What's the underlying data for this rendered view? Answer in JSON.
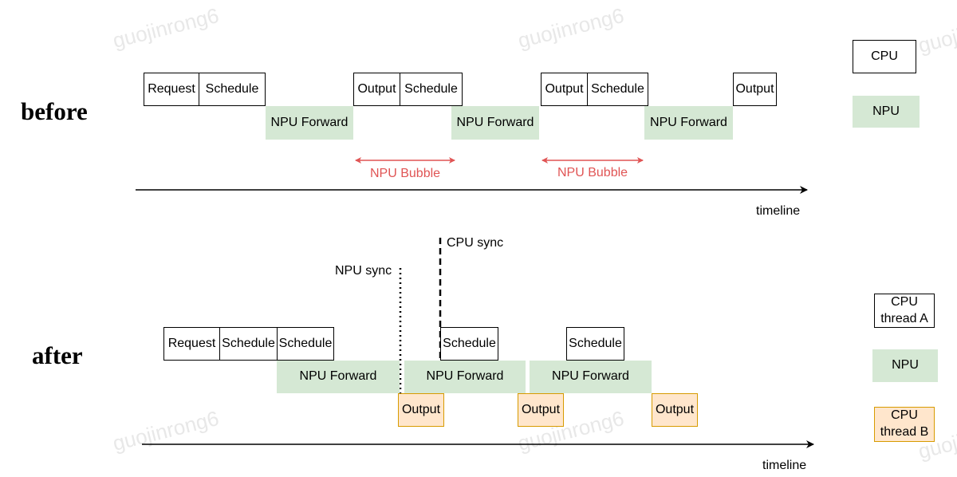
{
  "watermark": "guojinrong6",
  "before": {
    "title": "before",
    "cpu_boxes": [
      "Request",
      "Schedule",
      "Output",
      "Schedule",
      "Output",
      "Schedule",
      "Output"
    ],
    "npu_boxes": [
      "NPU Forward",
      "NPU Forward",
      "NPU Forward"
    ],
    "bubbles": [
      "NPU Bubble",
      "NPU Bubble"
    ],
    "timeline": "timeline",
    "legend": {
      "cpu": "CPU",
      "npu": "NPU"
    }
  },
  "after": {
    "title": "after",
    "cpu_a_boxes": [
      "Request",
      "Schedule",
      "Schedule",
      "Schedule",
      "Schedule"
    ],
    "npu_boxes": [
      "NPU Forward",
      "NPU Forward",
      "NPU Forward"
    ],
    "cpu_b_boxes": [
      "Output",
      "Output",
      "Output"
    ],
    "npu_sync": "NPU sync",
    "cpu_sync": "CPU sync",
    "timeline": "timeline",
    "legend": {
      "cpu_a": "CPU thread A",
      "npu": "NPU",
      "cpu_b": "CPU thread B"
    }
  },
  "colors": {
    "npu_fill": "#d5e8d4",
    "cpu_b_fill": "#ffe6cc",
    "cpu_b_border": "#d79b00",
    "bubble": "#e05454"
  }
}
